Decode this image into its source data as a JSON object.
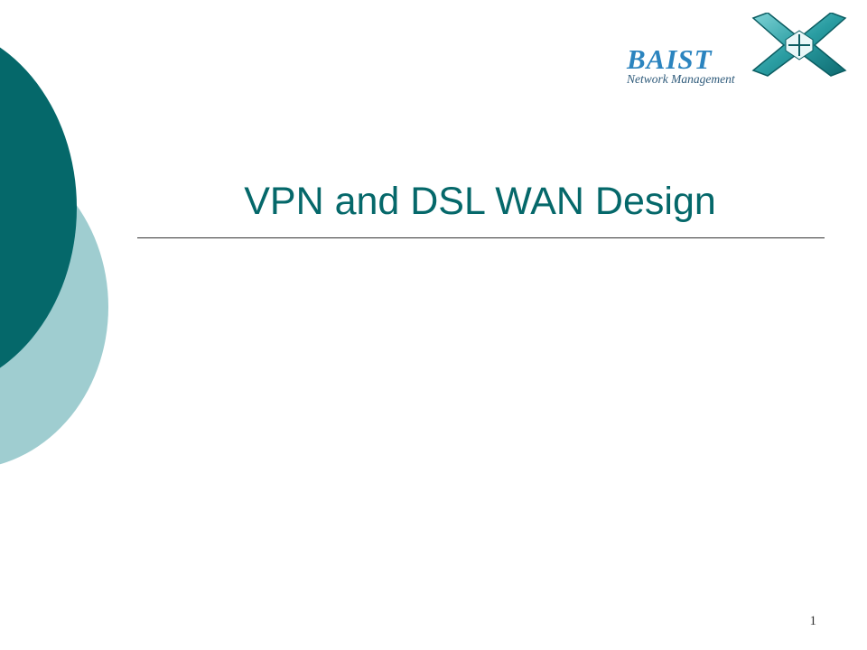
{
  "slide": {
    "title": "VPN and DSL WAN Design",
    "number": "1"
  },
  "logo": {
    "name": "BAIST",
    "tagline": "Network Management",
    "icon": "crossed-arrows-icon"
  },
  "colors": {
    "title": "#05686a",
    "circle_dark": "#05686a",
    "circle_light": "#9fcdd0",
    "logo_text": "#2b84bf",
    "logo_mark": "#1f8a90"
  }
}
